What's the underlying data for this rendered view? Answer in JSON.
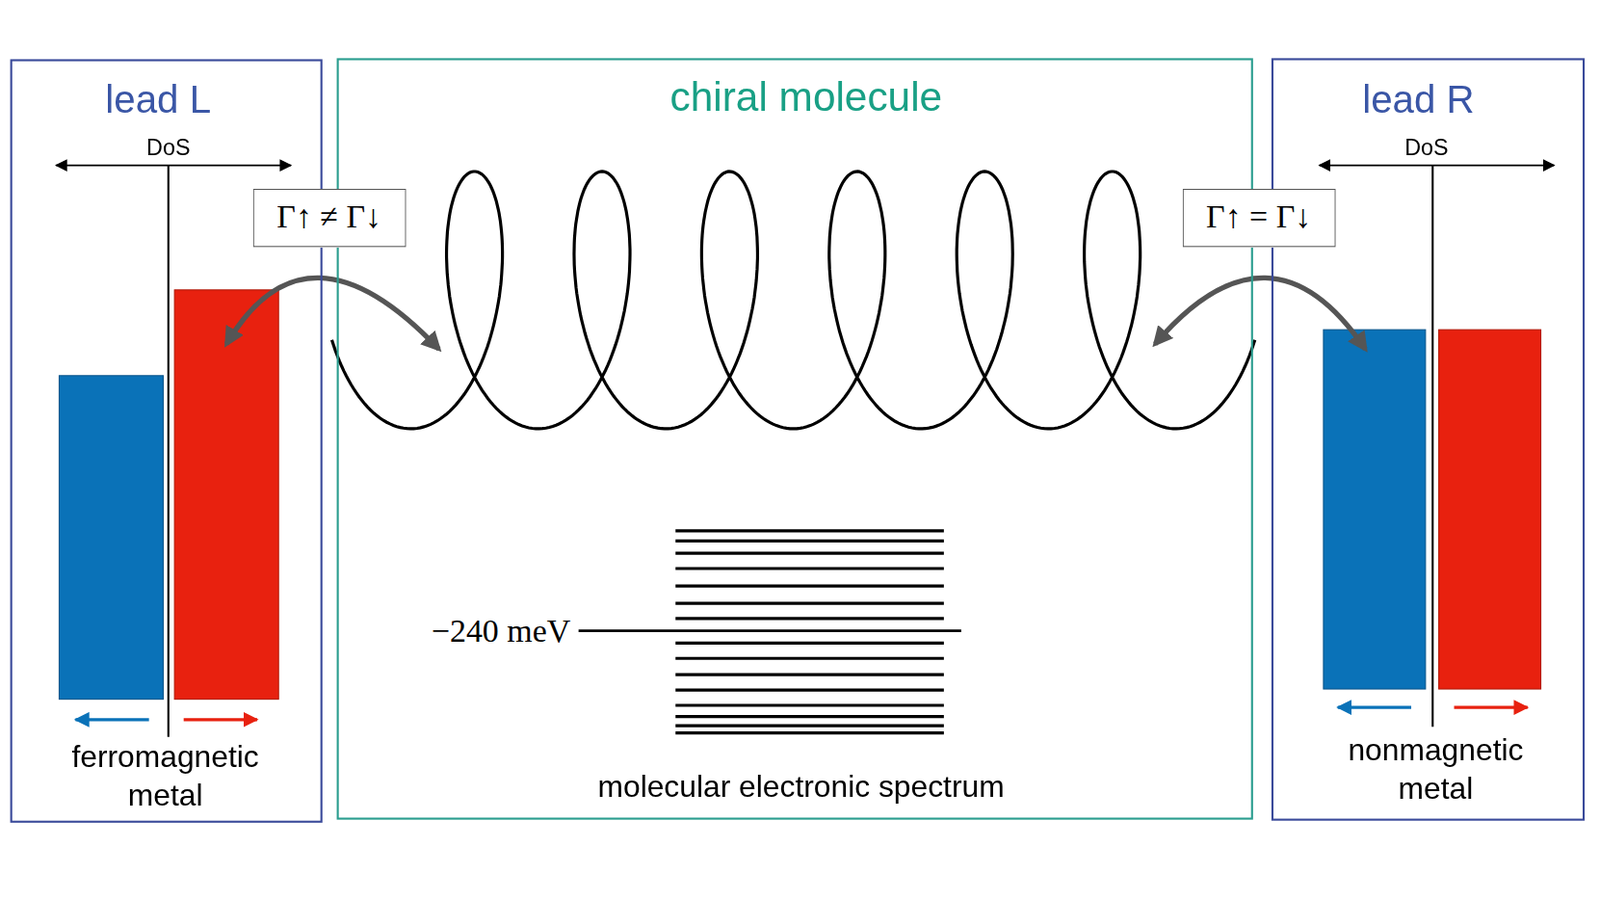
{
  "diagram": {
    "nodes": [
      {
        "text": [
          "lead L",
          "DoS",
          "ferromagnetic metal"
        ]
      },
      {
        "text": [
          "chiral molecule",
          "molecular electronic spectrum"
        ]
      },
      {
        "text": [
          "lead R",
          "DoS",
          "nonmagnetic metal"
        ]
      },
      {
        "text": [
          "Γ↑ ≠ Γ↓"
        ]
      },
      {
        "text": [
          "Γ↑ = Γ↓"
        ]
      }
    ],
    "labels": [
      "−240 meV"
    ]
  }
}
